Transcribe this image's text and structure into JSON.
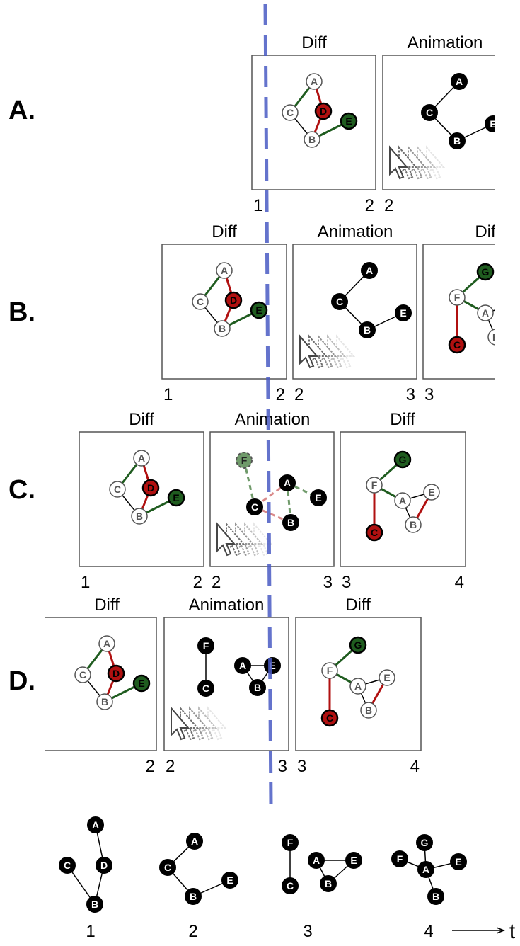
{
  "labels": {
    "diff": "Diff",
    "animation": "Animation",
    "time_axis": "t"
  },
  "rows": [
    {
      "id": "A",
      "label": "A.",
      "panels": [
        {
          "type": "diff",
          "title": "Diff",
          "left": "1",
          "right": "2",
          "from": 1,
          "to": 2
        },
        {
          "type": "animation",
          "title": "Animation",
          "left": "2",
          "right": "",
          "state": 2
        }
      ]
    },
    {
      "id": "B",
      "label": "B.",
      "panels": [
        {
          "type": "diff",
          "title": "Diff",
          "left": "1",
          "right": "2",
          "from": 1,
          "to": 2
        },
        {
          "type": "animation",
          "title": "Animation",
          "left": "2",
          "right": "3",
          "state": 2
        },
        {
          "type": "diff",
          "title": "Dif",
          "left": "3",
          "right": "",
          "from": 3,
          "to": 4
        }
      ]
    },
    {
      "id": "C",
      "label": "C.",
      "panels": [
        {
          "type": "diff",
          "title": "Diff",
          "left": "1",
          "right": "2",
          "from": 1,
          "to": 2
        },
        {
          "type": "animation",
          "title": "Animation",
          "left": "2",
          "right": "3",
          "state": "transition-2-3"
        },
        {
          "type": "diff",
          "title": "Diff",
          "left": "3",
          "right": "4",
          "from": 3,
          "to": 4
        }
      ]
    },
    {
      "id": "D",
      "label": "D.",
      "panels": [
        {
          "type": "diff",
          "title": "Diff",
          "left": "",
          "right": "2",
          "from": 1,
          "to": 2
        },
        {
          "type": "animation",
          "title": "Animation",
          "left": "2",
          "right": "3",
          "state": 3
        },
        {
          "type": "diff",
          "title": "Diff",
          "left": "3",
          "right": "4",
          "from": 3,
          "to": 4
        }
      ]
    }
  ],
  "timeline": [
    {
      "label": "1",
      "nodes": [
        "A",
        "C",
        "D",
        "B"
      ],
      "edges": [
        [
          "A",
          "D"
        ],
        [
          "C",
          "B"
        ],
        [
          "D",
          "B"
        ]
      ]
    },
    {
      "label": "2",
      "nodes": [
        "A",
        "C",
        "B",
        "E"
      ],
      "edges": [
        [
          "A",
          "C"
        ],
        [
          "C",
          "B"
        ],
        [
          "B",
          "E"
        ]
      ]
    },
    {
      "label": "3",
      "nodes": [
        "F",
        "C",
        "A",
        "E",
        "B"
      ],
      "edges": [
        [
          "F",
          "C"
        ],
        [
          "A",
          "E"
        ],
        [
          "A",
          "B"
        ],
        [
          "E",
          "B"
        ]
      ]
    },
    {
      "label": "4",
      "nodes": [
        "G",
        "F",
        "A",
        "E",
        "B"
      ],
      "edges": [
        [
          "G",
          "A"
        ],
        [
          "F",
          "A"
        ],
        [
          "A",
          "E"
        ],
        [
          "A",
          "B"
        ]
      ]
    }
  ],
  "colors": {
    "node_fill": "#000000",
    "added": "#1f5c1f",
    "removed": "#b01010",
    "added_fade": "#6f9a6a",
    "removed_fade": "#d98a8a",
    "panel_border": "#555555",
    "timeline_marker": "#4a5bc4"
  },
  "icons": [
    "cursor-icon"
  ]
}
